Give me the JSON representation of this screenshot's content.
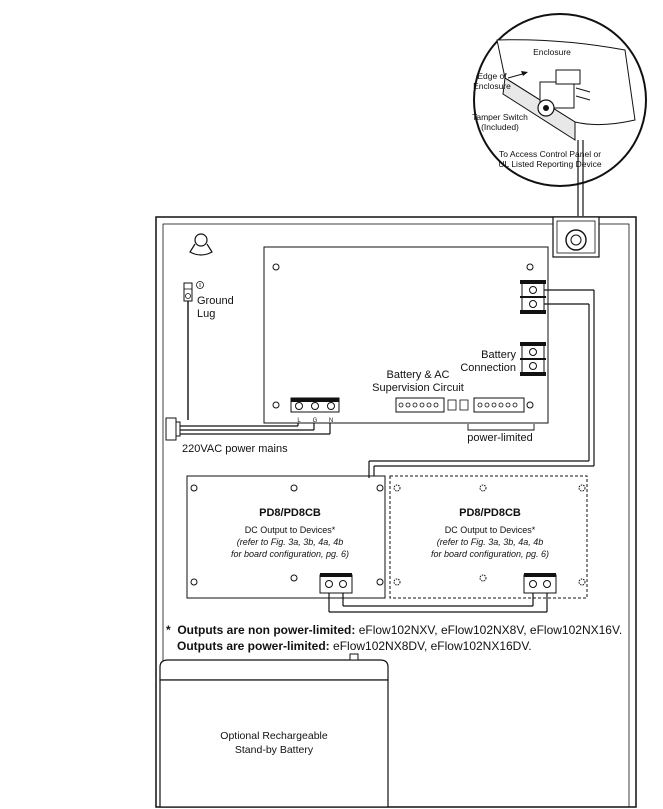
{
  "inset": {
    "enclosure": "Enclosure",
    "edge_line1": "Edge of",
    "edge_line2": "Enclosure",
    "tamper_line1": "Tamper Switch",
    "tamper_line2": "(Included)",
    "access_line1": "To Access Control Panel or",
    "access_line2": "UL Listed Reporting Device"
  },
  "labels": {
    "ground_lug_line1": "Ground",
    "ground_lug_line2": "Lug",
    "battery_connection_line1": "Battery",
    "battery_connection_line2": "Connection",
    "supervision_line1": "Battery & AC",
    "supervision_line2": "Supervision Circuit",
    "power_limited": "power-limited",
    "mains": "220VAC power mains",
    "terminal_l": "L",
    "terminal_g": "G",
    "terminal_n": "N"
  },
  "boards": [
    {
      "title": "PD8/PD8CB",
      "line1": "DC Output to Devices*",
      "line2": "(refer to Fig. 3a, 3b, 4a, 4b",
      "line3": "for board configuration, pg. 6)"
    },
    {
      "title": "PD8/PD8CB",
      "line1": "DC Output to Devices*",
      "line2": "(refer to Fig. 3a, 3b, 4a, 4b",
      "line3": "for board configuration, pg. 6)"
    }
  ],
  "notes": {
    "asterisk": "*",
    "line1_bold": "Outputs are non power-limited:",
    "line1_models": " eFlow102NXV, eFlow102NX8V, eFlow102NX16V.",
    "line2_bold": "Outputs are power-limited:",
    "line2_models": " eFlow102NX8DV, eFlow102NX16DV."
  },
  "battery": {
    "line1": "Optional Rechargeable",
    "line2": "Stand-by Battery"
  }
}
